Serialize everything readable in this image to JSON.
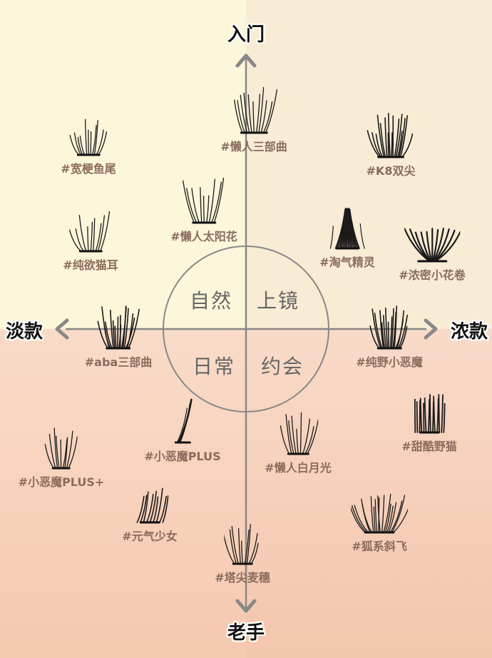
{
  "axes": {
    "top": "入门",
    "bottom": "老手",
    "left": "淡款",
    "right": "浓款"
  },
  "circle": {
    "top_left": "自然",
    "top_right": "上镜",
    "bottom_left": "日常",
    "bottom_right": "约会"
  },
  "items": [
    {
      "id": "lazy-three-part",
      "label": "#懒人三部曲",
      "style": "wispy"
    },
    {
      "id": "wide-stem-fishtail",
      "label": "#宽梗鱼尾",
      "style": "wispy"
    },
    {
      "id": "k8-double-tip",
      "label": "#K8双尖",
      "style": "dense"
    },
    {
      "id": "lazy-sunflower",
      "label": "#懒人太阳花",
      "style": "fan"
    },
    {
      "id": "pure-cat-ear",
      "label": "#纯欲猫耳",
      "style": "fan"
    },
    {
      "id": "naughty-elf",
      "label": "#淘气精灵",
      "style": "spike"
    },
    {
      "id": "dense-small-flower",
      "label": "#浓密小花卷",
      "style": "vshape"
    },
    {
      "id": "aba-three-part",
      "label": "#aba三部曲",
      "style": "dense"
    },
    {
      "id": "pure-wild-devil",
      "label": "#纯野小恶魔",
      "style": "dense"
    },
    {
      "id": "sweet-cool-cat",
      "label": "#甜酷野猫",
      "style": "straight"
    },
    {
      "id": "little-devil-plus",
      "label": "#小恶魔PLUS",
      "style": "single"
    },
    {
      "id": "lazy-moonlight",
      "label": "#懒人白月光",
      "style": "fan"
    },
    {
      "id": "little-devil-plus-plus",
      "label": "#小恶魔PLUS+",
      "style": "fan"
    },
    {
      "id": "fox-slant-fly",
      "label": "#狐系斜飞",
      "style": "cross"
    },
    {
      "id": "energetic-girl",
      "label": "#元气少女",
      "style": "slant"
    },
    {
      "id": "spire-wheat",
      "label": "#塔尖麦穗",
      "style": "fan"
    }
  ],
  "colors": {
    "quadrant_top_left": "#fcf6da",
    "quadrant_top_right": "#f8ecd5",
    "quadrant_bottom": "#f6c9b0",
    "axis": "#888888",
    "label": "#8a6b5c"
  }
}
